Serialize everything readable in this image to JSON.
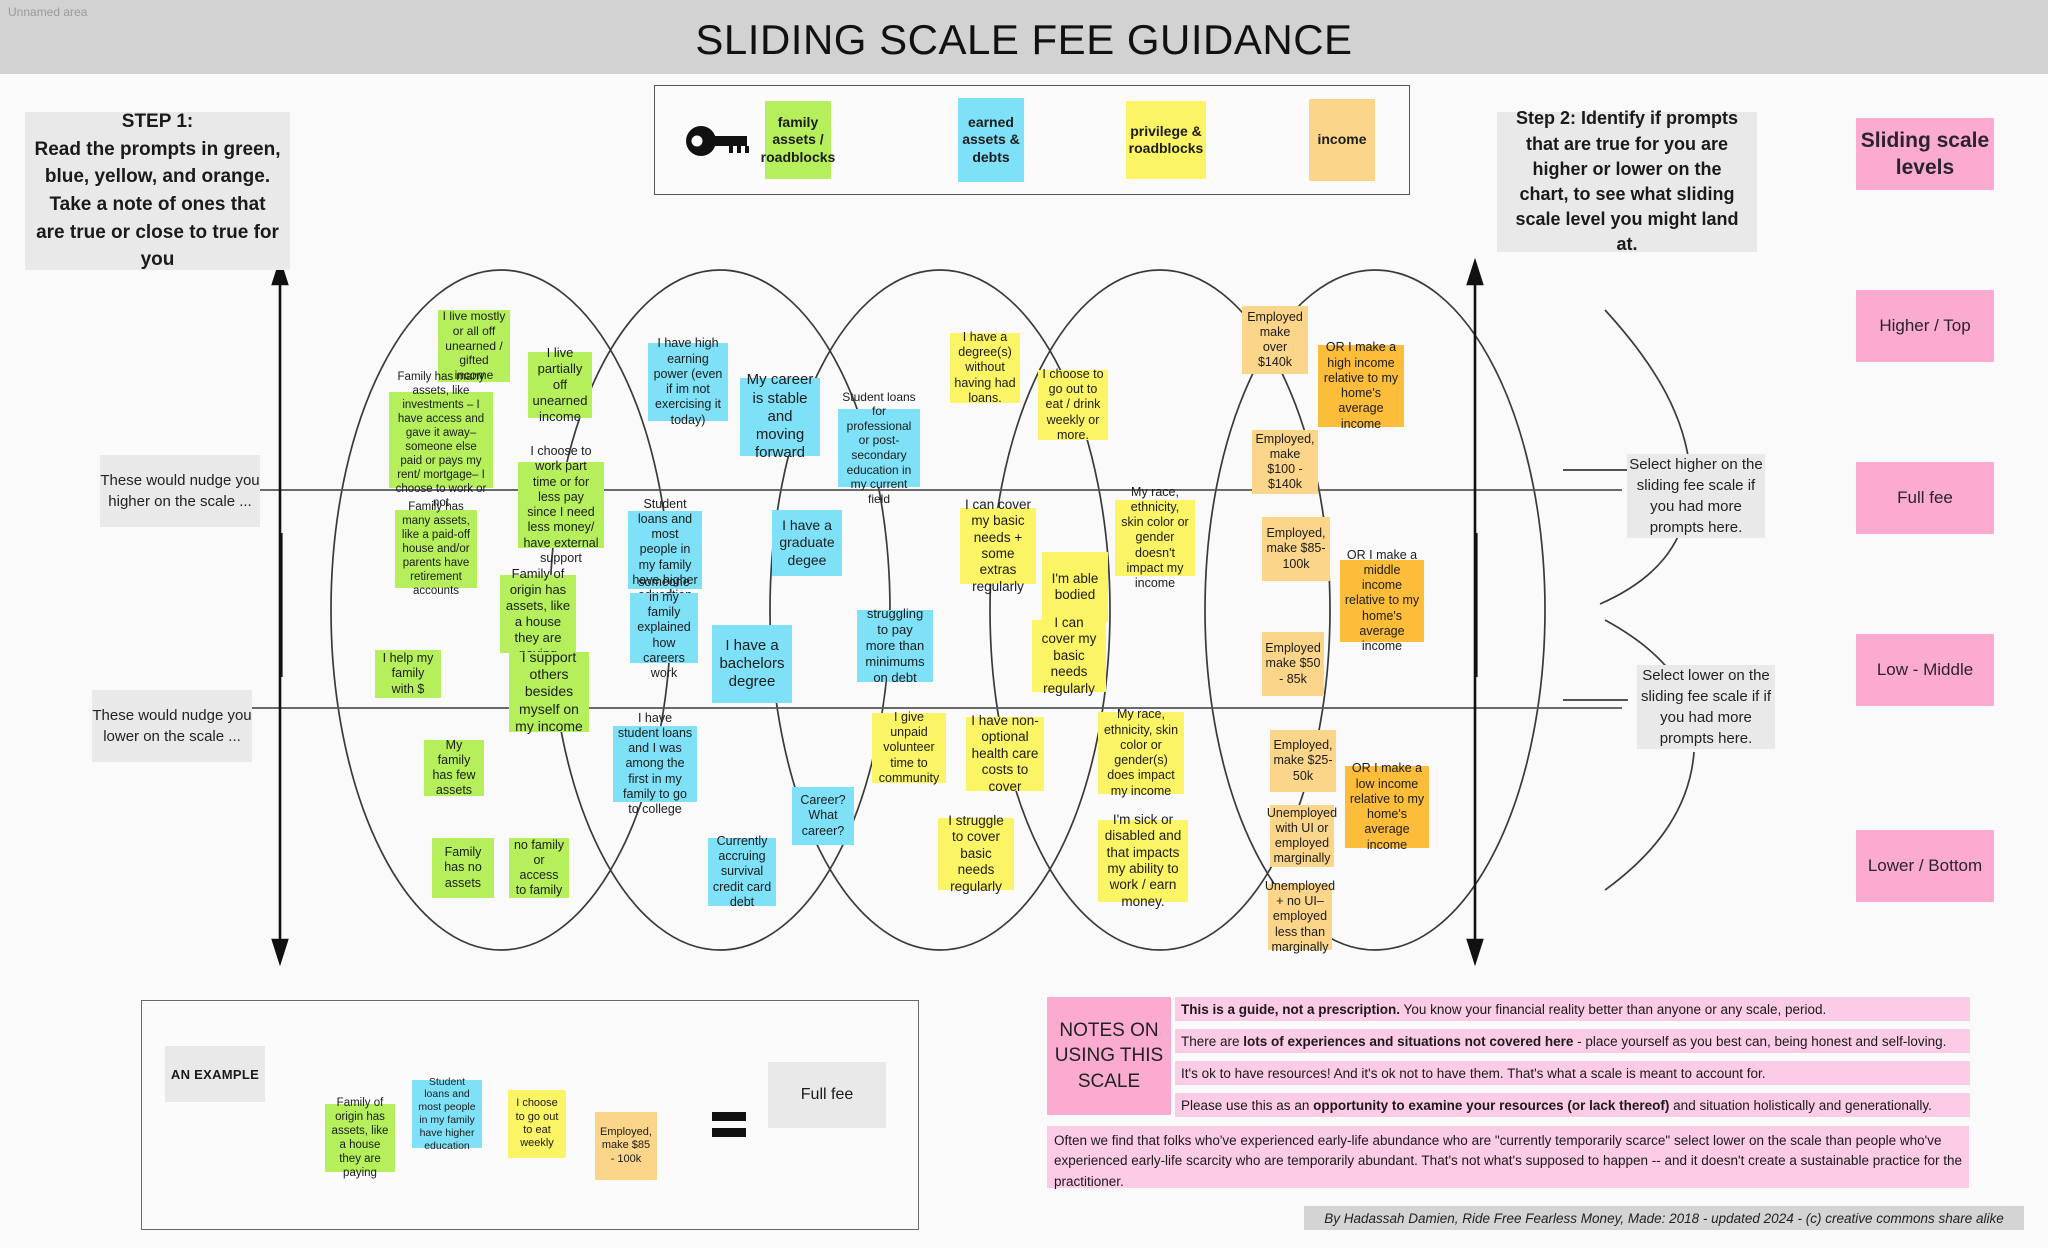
{
  "canvas": {
    "area_label": "Unnamed area",
    "title": "SLIDING SCALE FEE GUIDANCE"
  },
  "legend": {
    "icon": "key-icon",
    "items": [
      {
        "label": "family assets / roadblocks",
        "color": "#b6ef5c"
      },
      {
        "label": "earned assets & debts",
        "color": "#7fe1f7"
      },
      {
        "label": "privilege & roadblocks",
        "color": "#fbf464"
      },
      {
        "label": "income",
        "color": "#fbd58a"
      }
    ]
  },
  "steps": {
    "step1": "STEP 1:\nRead the prompts in green, blue, yellow, and orange. Take a note of ones that are true or close to true for you",
    "step1_head": "STEP 1:",
    "step1_body": "Read the prompts in green, blue, yellow, and orange. Take a note of ones that are true or close to true for you",
    "step2": "Step 2: Identify if prompts that are true for you are higher or lower on the chart, to see what sliding scale level you might land at."
  },
  "axis_notes": {
    "nudge_higher": "These would nudge you higher on the scale ...",
    "nudge_lower": "These would nudge you lower on the scale ...",
    "select_higher": "Select higher on the sliding fee scale if you had more prompts here.",
    "select_lower": "Select lower on the sliding fee scale if if you had more prompts here."
  },
  "scale_levels": {
    "header": "Sliding scale levels",
    "levels": [
      "Higher / Top",
      "Full fee",
      "Low - Middle",
      "Lower / Bottom"
    ]
  },
  "notes_main": {
    "green": [
      "I live mostly or all off unearned / gifted income",
      "I live partially off unearned income",
      "Family has many assets, like investments – I have access and gave it away– someone else paid or pays my rent/ mortgage– I choose to work or not",
      "I choose to work part time or for less pay since I need less money/ have external support",
      "Family has many assets, like a paid-off house and/or parents have retirement accounts",
      "Family of origin has assets, like a house they are paying",
      "I help my family with $",
      "I support others besides myself on my income",
      "My family has few assets",
      "Family has no assets",
      "no family or access to family"
    ],
    "blue": [
      "I have high earning power (even if im not exercising it today)",
      "My career is stable and moving forward",
      "Student loans for professional or post-secondary education in my current field",
      "Student loans and most people in my family have higher education",
      "someone in my family explained how careers work",
      "I have a graduate degee",
      "I have a bachelors degree",
      "struggling to pay more than minimums on debt",
      "I have student loans and I was among the first in my family to go to college",
      "Career? What career?",
      "Currently accruing survival credit card debt"
    ],
    "yellow": [
      "I have a degree(s) without having had loans.",
      "I choose to go out to eat / drink weekly or more.",
      "I can cover my basic needs + some extras regularly",
      "I'm able bodied",
      "My race, ethnicity, skin color or gender doesn't impact my income",
      "I can cover my basic needs regularly",
      "I give unpaid volunteer time to community",
      "I have non-optional health care costs to cover",
      "My race, ethnicity, skin color or gender(s) does impact my income",
      "I struggle to cover basic needs regularly",
      "I'm sick or disabled and that impacts my ability to work / earn money."
    ],
    "orange_light": [
      "Employed make over $140k",
      "Employed, make $100 - $140k",
      "Employed, make $85-100k",
      "Employed make $50 - 85k",
      "Employed, make $25-50k",
      "Unemployed with UI or employed marginally",
      "Unemployed + no UI– employed less than marginally"
    ],
    "orange_dark": [
      "OR I make a high income relative to my home's average income",
      "OR I make a middle income relative to my home's average income",
      "OR I make a low income relative to my home's average income"
    ]
  },
  "example": {
    "label": "AN EXAMPLE",
    "notes": [
      "Family of origin has assets, like a house they are paying",
      "Student loans and most people in my family have higher education",
      "I choose to go out to eat weekly",
      "Employed, make $85 - 100k"
    ],
    "equals": "=",
    "result": "Full fee"
  },
  "notes_panel": {
    "label": "NOTES ON USING THIS SCALE",
    "rows": [
      {
        "bold": "This is a guide, not a prescription.",
        "rest": " You know your financial reality better than anyone or any scale, period.",
        "lead": ""
      },
      {
        "lead": "There are ",
        "bold": "lots of experiences and situations not covered here",
        "rest": " - place yourself as you best can, being honest and self-loving."
      },
      {
        "lead": "",
        "bold": "",
        "rest": "It's ok to have resources! And it's ok not to have them. That's what a scale is meant to account for."
      },
      {
        "lead": "Please use this as an ",
        "bold": "opportunity to examine your resources (or lack thereof)",
        "rest": " and situation holistically and generationally."
      }
    ],
    "wide": "Often we find that folks who've experienced early-life abundance who are \"currently temporarily scarce\" select lower on the scale than people who've experienced early-life scarcity who are temporarily abundant. That's not what's supposed to happen -- and it doesn't create a sustainable practice for the practitioner."
  },
  "credit": "By Hadassah Damien, Ride Free Fearless Money, Made: 2018 - updated 2024 - (c) creative commons share alike"
}
